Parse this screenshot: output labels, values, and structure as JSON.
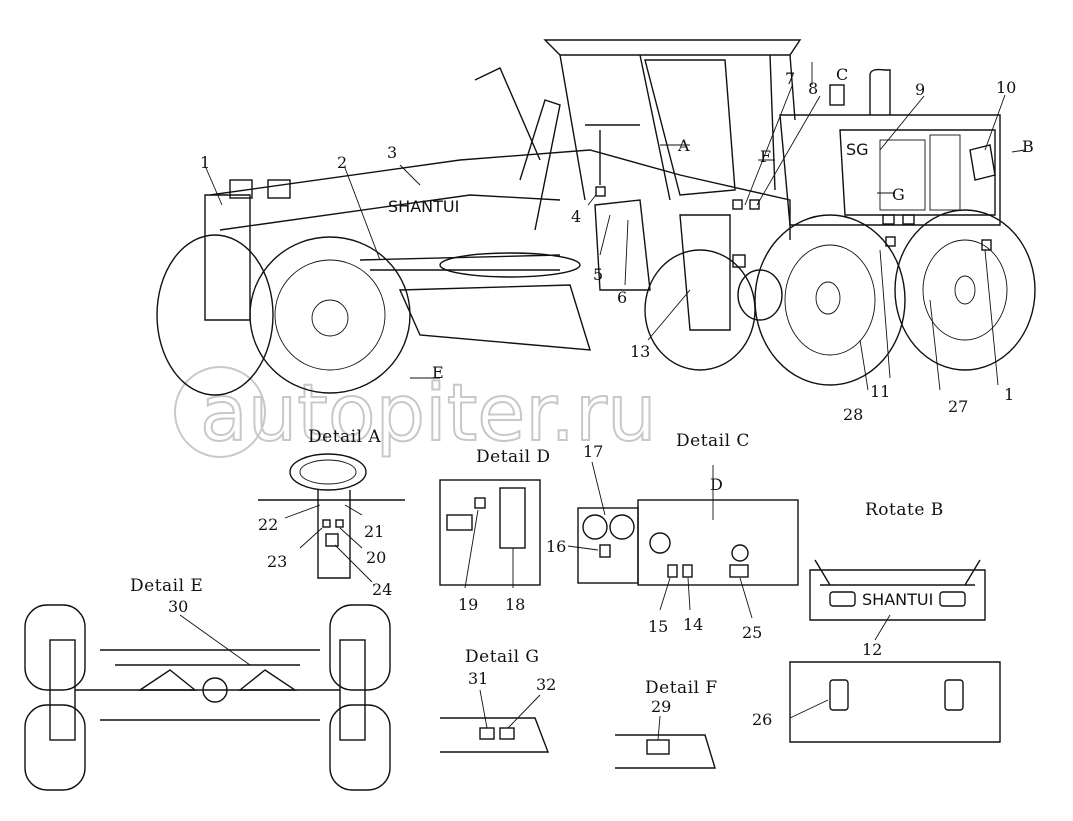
{
  "watermark": "autopiter.ru",
  "brand": {
    "side_label": "SHANTUI",
    "rear_label": "SHANTUI"
  },
  "view_markers": {
    "a": "A",
    "b": "B",
    "c": "C",
    "d": "D",
    "e": "E",
    "f": "F",
    "g": "G"
  },
  "details": {
    "a": "Detail A",
    "c": "Detail C",
    "d": "Detail D",
    "e": "Detail E",
    "f": "Detail F",
    "g": "Detail G",
    "rotate_b": "Rotate B"
  },
  "callouts": {
    "c1": "1",
    "c1b": "1",
    "c2": "2",
    "c3": "3",
    "c4": "4",
    "c5": "5",
    "c6": "6",
    "c7": "7",
    "c8": "8",
    "c9": "9",
    "c10": "10",
    "c11": "11",
    "c12": "12",
    "c13": "13",
    "c14": "14",
    "c15": "15",
    "c16": "16",
    "c17": "17",
    "c18": "18",
    "c19": "19",
    "c20": "20",
    "c21": "21",
    "c22": "22",
    "c23": "23",
    "c24": "24",
    "c25": "25",
    "c26": "26",
    "c27": "27",
    "c28": "28",
    "c29": "29",
    "c30": "30",
    "c31": "31",
    "c32": "32"
  }
}
